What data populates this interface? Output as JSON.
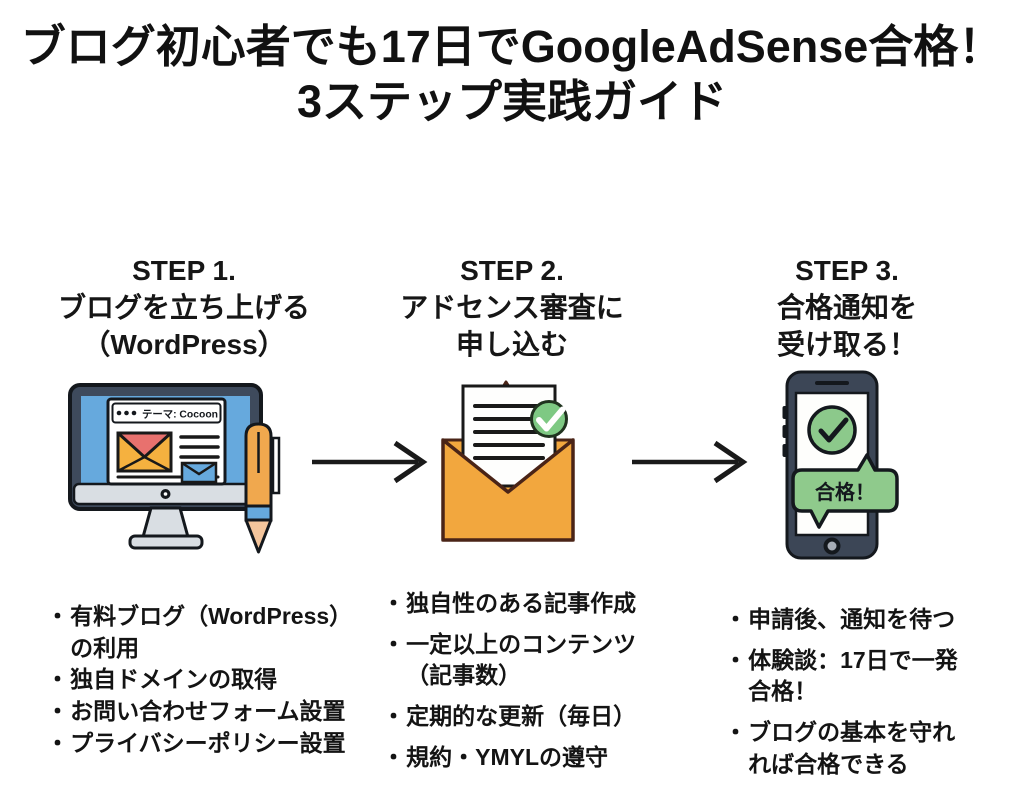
{
  "page": {
    "background_color": "#FFFFFF",
    "text_color": "#111111",
    "title_lines": [
      "ブログ初心者でも17日でGoogleAdSense合格！",
      "3ステップ実践ガイド"
    ]
  },
  "bullet_char": "・",
  "icons": {
    "arrow": "right-arrow",
    "step1": "desktop-monitor-with-blog-page-and-pen",
    "step2": "open-envelope-with-document-and-checkmark",
    "step3": "smartphone-with-approval-notification"
  },
  "colors": {
    "outline": "#1A1A1A",
    "monitor_frame": "#3E4A5C",
    "screen_blue": "#66A9DD",
    "envelope_orange": "#F2A73E",
    "envelope_flap_red": "#E8716E",
    "check_green": "#7EC983",
    "bubble_green": "#8FCA8C",
    "stand_gray": "#D9DEE3",
    "pen_orange": "#F0A84E",
    "pen_tip": "#F4C59C"
  },
  "steps": [
    {
      "heading": "STEP 1.",
      "subtitle_lines": [
        "ブログを立ち上げる",
        "（WordPress）"
      ],
      "browser_title": "テーマ: Cocoon",
      "bullets": [
        "有料ブログ（WordPress）の利用",
        "独自ドメインの取得",
        "お問い合わせフォーム設置",
        "プライバシーポリシー設置"
      ]
    },
    {
      "heading": "STEP 2.",
      "subtitle_lines": [
        "アドセンス審査に",
        "申し込む"
      ],
      "bullets": [
        "独自性のある記事作成",
        "一定以上のコンテンツ（記事数）",
        "定期的な更新（毎日）",
        "規約・YMYLの遵守"
      ]
    },
    {
      "heading": "STEP 3.",
      "subtitle_lines": [
        "合格通知を",
        "受け取る！"
      ],
      "badge": "合格！",
      "bullets": [
        "申請後、通知を待つ",
        "体験談：17日で一発合格！",
        "ブログの基本を守れれば合格できる"
      ]
    }
  ]
}
